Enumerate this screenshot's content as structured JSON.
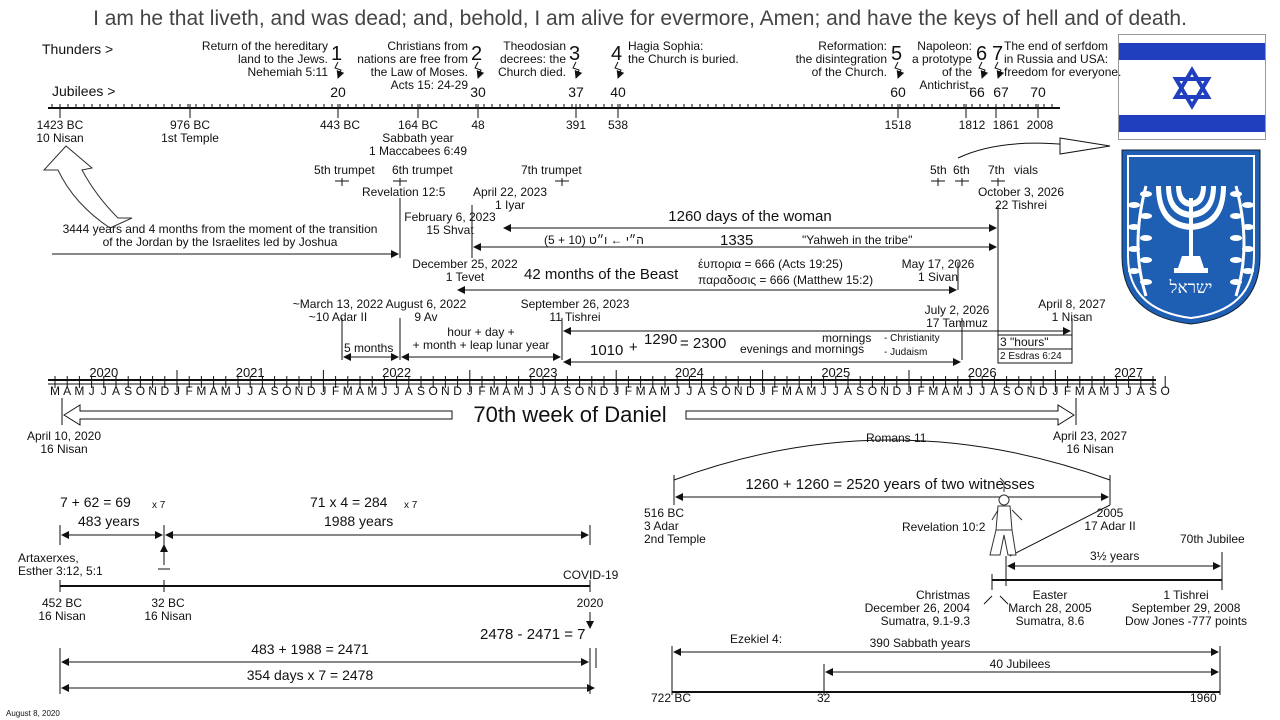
{
  "title": "I am he that liveth, and was dead; and, behold, I am alive for evermore, Amen; and have the keys of hell and of death.",
  "top": {
    "thunders_label": "Thunders >",
    "jubilees_label": "Jubilees >",
    "thunder_numbers": [
      "1",
      "2",
      "3",
      "4",
      "5",
      "6",
      "7"
    ],
    "notes": [
      "Return of the hereditary\nland to the Jews.\nNehemiah 5:11",
      "Christians from\nnations are free from\nthe Law of Moses.\nActs 15: 24-29",
      "Theodosian\ndecrees: the\nChurch died.",
      "Hagia Sophia:\nthe Church is buried.",
      "Reformation:\nthe disintegration\nof the Church.",
      "Napoleon:\na prototype\nof the\nAntichrist.",
      "The end of serfdom\nin Russia and USA:\nfreedom for everyone."
    ],
    "jubilee_numbers": [
      "20",
      "30",
      "37",
      "40",
      "60",
      "66",
      "67",
      "70"
    ],
    "years": [
      "1423 BC\n10 Nisan",
      "976 BC\n1st Temple",
      "443 BC",
      "164 BC\nSabbath year\n1 Maccabees 6:49",
      "48",
      "391",
      "538",
      "1518",
      "1812",
      "1861",
      "2008"
    ]
  },
  "trumpets": {
    "t5": "5th trumpet",
    "t6": "6th trumpet",
    "t7": "7th trumpet",
    "v5": "5th",
    "v6": "6th",
    "v7": "7th",
    "vials": "vials"
  },
  "middle": {
    "revelation": "Revelation 12:5",
    "apr22": "April 22, 2023\n1 Iyar",
    "feb6": "February 6, 2023\n15 Shvat",
    "oct3": "October 3, 2026\n22 Tishrei",
    "transition": "3444 years and 4 months from the moment of the transition\nof the Jordan by the Israelites led by Joshua",
    "days1260": "1260 days of the woman",
    "hebrew": "(5 + 10)  ה״י ← ו״ט",
    "days1335": "1335",
    "yahweh": "\"Yahweh in the tribe\"",
    "dec25": "December 25, 2022\n1 Tevet",
    "months42": "42 months of the Beast",
    "greek1": "έυπορια = 666 (Acts 19:25)",
    "greek2": "παραδοσις = 666 (Matthew 15:2)",
    "may17": "May 17, 2026\n1 Sivan",
    "mar13": "~March 13, 2022\n~10 Adar II",
    "aug6": "August 6, 2022\n9 Av",
    "sep26": "September 26, 2023\n11 Tishrei",
    "jul2": "July 2, 2026\n17 Tammuz",
    "apr8": "April 8, 2027\n1 Nisan",
    "months5": "5 months",
    "hourday": "hour + day +\n+ month + leap lunar year",
    "eq1010": "1010",
    "plus": "+",
    "eq1290": "1290",
    "eq2300": "= 2300",
    "mornings": "mornings",
    "evmorn": "evenings and mornings",
    "christianity": "- Christianity",
    "judaism": "- Judaism",
    "hours3": "3 \"hours\"",
    "esdras": "2 Esdras 6:24"
  },
  "timeline": {
    "years": [
      "2020",
      "2021",
      "2022",
      "2023",
      "2024",
      "2025",
      "2026",
      "2027"
    ],
    "month_letters": [
      "J",
      "F",
      "M",
      "A",
      "M",
      "J",
      "J",
      "A",
      "S",
      "O",
      "N",
      "D"
    ],
    "week70": "70th week of Daniel",
    "start": "April 10, 2020\n16 Nisan",
    "end": "April 23, 2027\n16 Nisan"
  },
  "bottom_left": {
    "eq69": "7 + 62 = 69",
    "x7a": "x 7",
    "y483": "483 years",
    "eq284": "71 x 4 = 284",
    "x7b": "x 7",
    "y1988": "1988 years",
    "artaxerxes": "Artaxerxes,\nEsther 3:12, 5:1",
    "covid": "COVID-19",
    "bc452": "452 BC\n16 Nisan",
    "bc32": "32 BC\n16 Nisan",
    "y2020": "2020",
    "eq2478_2471": "2478 - 2471 = 7",
    "eq2471": "483 + 1988 = 2471",
    "eq2478": "354 days x 7 = 2478",
    "date_stamp": "August 8, 2020"
  },
  "bottom_right": {
    "romans": "Romans 11",
    "witnesses": "1260 + 1260 = 2520 years of two witnesses",
    "bc516": "516 BC\n3 Adar\n2nd Temple",
    "y2005": "2005\n17 Adar II",
    "rev10": "Revelation 10:2",
    "jubilee70": "70th Jubilee",
    "years35": "3½ years",
    "christmas": "Christmas\nDecember 26, 2004\nSumatra, 9.1-9.3",
    "easter": "Easter\nMarch 28, 2005\nSumatra, 8.6",
    "tishrei": "1 Tishrei\nSeptember 29, 2008\nDow Jones -777 points",
    "ezekiel": "Ezekiel 4:",
    "sabbath390": "390 Sabbath years",
    "jubilees40": "40 Jubilees",
    "bc722": "722 BC",
    "n32": "32",
    "n1960": "1960",
    "emblem_text": "ישראל"
  },
  "colors": {
    "flag_blue": "#1f3fbf",
    "emblem_blue": "#1e5fb4",
    "emblem_white": "#ffffff",
    "line": "#111111"
  }
}
